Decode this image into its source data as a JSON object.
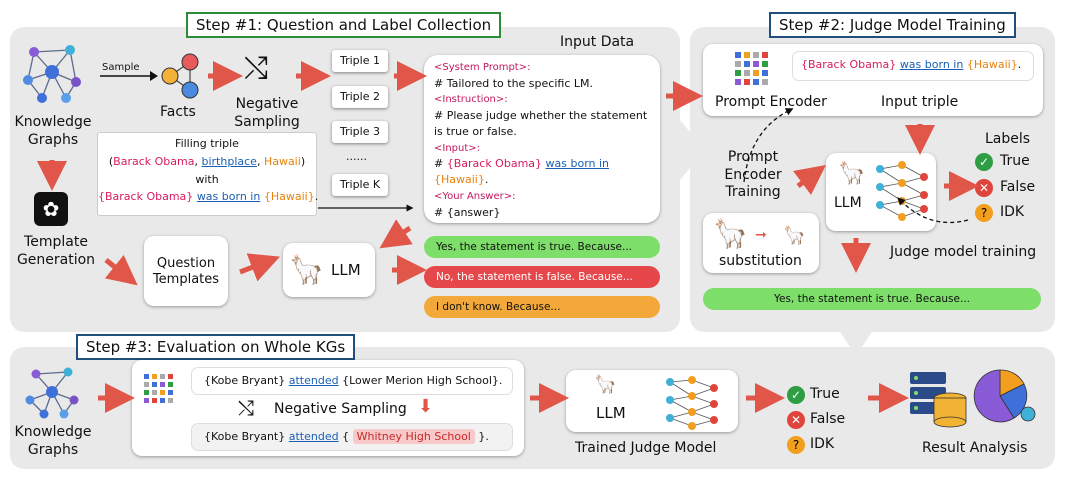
{
  "steps": {
    "s1": "Step #1: Question and Label Collection",
    "s2": "Step #2: Judge Model Training",
    "s3": "Step #3: Evaluation on Whole KGs"
  },
  "step1": {
    "kg_label": "Knowledge Graphs",
    "sample": "Sample",
    "facts": "Facts",
    "neg_sampling": "Negative Sampling",
    "triples": [
      "Triple 1",
      "Triple 2",
      "Triple 3",
      "......",
      "Triple K"
    ],
    "filling": {
      "title": "Filling triple",
      "triple_open": "(",
      "subject": "Barack Obama",
      "sep": ", ",
      "relation": "birthplace",
      "object": "Hawaii",
      "triple_close": ")",
      "with": "with",
      "t_subject": "{Barack Obama}",
      "t_relation": "was born in",
      "t_object": "{Hawaii}",
      "t_end": "."
    },
    "template_generation": "Template Generation",
    "question_templates": "Question Templates",
    "llm": "LLM",
    "input_data_title": "Input Data",
    "prompt": {
      "system_tag": "<System Prompt>:",
      "system_text": "# Tailored to the specific LM.",
      "instruction_tag": "<Instruction>:",
      "instruction_text": "# Please judge whether the statement is true or false.",
      "input_tag": "<Input>:",
      "input_prefix": "# ",
      "input_subject": "{Barack Obama}",
      "input_relation": "was born in",
      "input_object": "{Hawaii}",
      "input_end": ".",
      "answer_tag": "<Your Answer>:",
      "answer_text": "# {answer}"
    },
    "responses": [
      "Yes, the statement is true. Because...",
      "No, the statement is false. Because...",
      "I don't know. Because..."
    ]
  },
  "step2": {
    "prompt_encoder": "Prompt Encoder",
    "input_triple": "Input triple",
    "triple_subject": "{Barack Obama}",
    "triple_relation": "was born in",
    "triple_object": "{Hawaii}",
    "triple_end": ".",
    "prompt_encoder_training": "Prompt Encoder Training",
    "llm": "LLM",
    "labels_title": "Labels",
    "labels": [
      "True",
      "False",
      "IDK"
    ],
    "substitution": "substitution",
    "judge_training": "Judge model training",
    "response": "Yes, the statement is true. Because..."
  },
  "step3": {
    "kg_label": "Knowledge Graphs",
    "triple1_subject": "{Kobe Bryant}",
    "triple1_relation": "attended",
    "triple1_object": "{Lower Merion High School}",
    "triple1_end": ".",
    "neg_sampling": "Negative Sampling",
    "triple2_subject": "{Kobe Bryant}",
    "triple2_relation": "attended",
    "triple2_open": "{",
    "triple2_object": "Whitney High School",
    "triple2_close": "}.",
    "llm": "LLM",
    "trained_judge": "Trained Judge Model",
    "labels": [
      "True",
      "False",
      "IDK"
    ],
    "result_analysis": "Result Analysis"
  },
  "colors": {
    "arrow": "#e0574a",
    "true_green": "#2e9e44",
    "false_red": "#e0453b",
    "idk_orange": "#f29e1f",
    "resp_green": "#7ede6a",
    "resp_red": "#e5474a",
    "resp_orange": "#f3a93a"
  }
}
